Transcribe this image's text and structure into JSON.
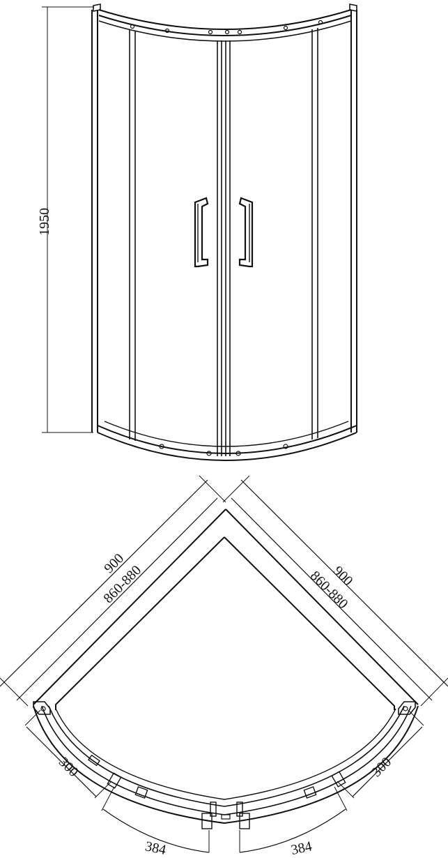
{
  "drawing": {
    "elevation": {
      "height_label": "1950"
    },
    "plan": {
      "left_outer_label": "900",
      "left_inner_label": "860-880",
      "right_outer_label": "900",
      "right_inner_label": "860-880",
      "left_short_label": "300",
      "right_short_label": "300",
      "left_arc_label": "384",
      "right_arc_label": "384"
    }
  }
}
